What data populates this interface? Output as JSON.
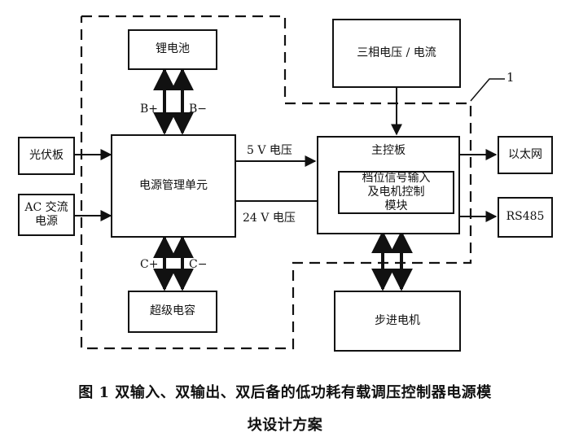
{
  "blocks": {
    "battery": "锂电池",
    "three_phase": "三相电压 / 电流",
    "pv_panel": "光伏板",
    "ac_power": "AC 交流\n电源",
    "pmu": "电源管理单元",
    "main_board": "主控板",
    "gear_module": "档位信号输入\n及电机控制\n模块",
    "ethernet": "以太网",
    "rs485": "RS485",
    "supercap": "超级电容",
    "stepper": "步进电机"
  },
  "labels": {
    "b_plus": "B+",
    "b_minus": "B−",
    "c_plus": "C+",
    "c_minus": "C−",
    "v5": "5 V 电压",
    "v24": "24 V 电压",
    "ref1": "1"
  },
  "caption": {
    "line1": "图 1  双输入、双输出、双后备的低功耗有载调压控制器电源模",
    "line2": "块设计方案"
  }
}
